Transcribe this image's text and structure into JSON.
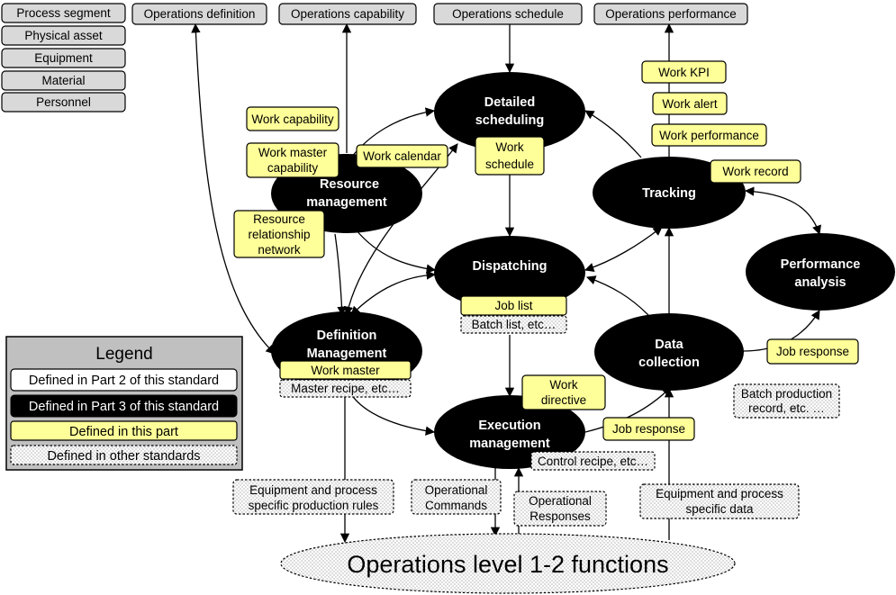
{
  "top_boxes": {
    "process_segment": "Process segment",
    "physical_asset": "Physical asset",
    "equipment": "Equipment",
    "material": "Material",
    "personnel": "Personnel",
    "operations_definition": "Operations definition",
    "operations_capability": "Operations capability",
    "operations_schedule": "Operations schedule",
    "operations_performance": "Operations performance"
  },
  "activities": {
    "detailed_scheduling": [
      "Detailed",
      "scheduling"
    ],
    "resource_management": [
      "Resource",
      "management"
    ],
    "tracking": "Tracking",
    "dispatching": "Dispatching",
    "performance_analysis": [
      "Performance",
      "analysis"
    ],
    "definition_management": [
      "Definition",
      "Management"
    ],
    "data_collection": [
      "Data",
      "collection"
    ],
    "execution_management": [
      "Execution",
      "management"
    ]
  },
  "info_items": {
    "work_kpi": "Work KPI",
    "work_alert": "Work alert",
    "work_performance": "Work performance",
    "work_record": "Work record",
    "work_capability": "Work capability",
    "work_master_capability": [
      "Work master",
      "capability"
    ],
    "work_calendar": "Work calendar",
    "work_schedule": [
      "Work",
      "schedule"
    ],
    "resource_relationship_network": [
      "Resource",
      "relationship",
      "network"
    ],
    "job_list": "Job list",
    "work_master": "Work master",
    "work_directive": [
      "Work",
      "directive"
    ],
    "job_response_exec": "Job response",
    "job_response_data": "Job response"
  },
  "other_items": {
    "batch_list": "Batch list, etc…",
    "master_recipe": "Master recipe, etc…",
    "control_recipe": "Control recipe, etc…",
    "batch_production_record": [
      "Batch production",
      "record, etc. …"
    ],
    "equipment_process_rules": [
      "Equipment and process",
      "specific production rules"
    ],
    "operational_commands": [
      "Operational",
      "Commands"
    ],
    "operational_responses": [
      "Operational",
      "Responses"
    ],
    "equipment_process_data": [
      "Equipment and process",
      "specific data"
    ]
  },
  "operations_level": "Operations level 1-2 functions",
  "legend": {
    "title": "Legend",
    "part2": "Defined in  Part 2 of this standard",
    "part3": "Defined in Part 3 of this standard",
    "this_part": "Defined in this part",
    "other": "Defined in other standards"
  },
  "colors": {
    "gray_box": "#d9d9d9",
    "yellow_box": "#ffff99",
    "activity": "#000000",
    "legend_bg": "#c0c0c0"
  }
}
